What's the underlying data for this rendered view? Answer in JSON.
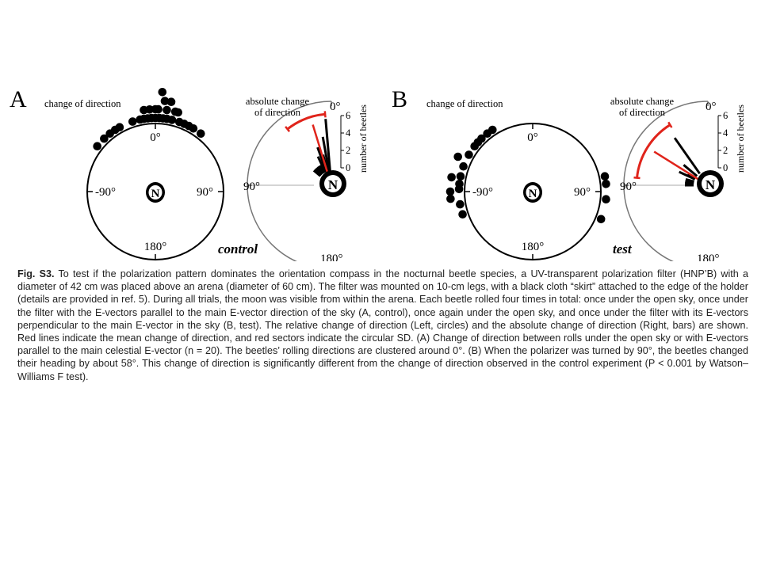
{
  "figure": {
    "panels": [
      {
        "id": "A",
        "panel_letter": "A",
        "circle_label": "change of direction",
        "half_label_line1": "absolute change",
        "half_label_line2": "of direction",
        "tick_0": "0°",
        "tick_pos90": "90°",
        "tick_neg90": "-90°",
        "tick_180": "180°",
        "half_tick_0": "0°",
        "half_tick_90": "90°",
        "half_tick_180": "180°",
        "condition": "control",
        "y_axis_label": "number of beetles",
        "y_ticks": [
          "0",
          "2",
          "4",
          "6"
        ],
        "center_letter": "N"
      },
      {
        "id": "B",
        "panel_letter": "B",
        "circle_label": "change of direction",
        "half_label_line1": "absolute change",
        "half_label_line2": "of direction",
        "tick_0": "0°",
        "tick_pos90": "90°",
        "tick_neg90": "-90°",
        "tick_180": "180°",
        "half_tick_0": "0°",
        "half_tick_90": "90°",
        "half_tick_180": "180°",
        "condition": "test",
        "y_axis_label": "number of beetles",
        "y_ticks": [
          "0",
          "2",
          "4",
          "6"
        ],
        "center_letter": "N"
      }
    ]
  },
  "chart_data": [
    {
      "type": "scatter",
      "panel": "A",
      "title": "change of direction",
      "description_angles_deg": "circular plot, 0° at top",
      "angles_deg": [
        -52,
        -44,
        -38,
        -33,
        -29,
        -18,
        -12,
        -9,
        -6,
        -3,
        0,
        3,
        6,
        9,
        13,
        19,
        23,
        27,
        31,
        38,
        -4,
        2,
        8,
        14,
        -8,
        0,
        6,
        10,
        4,
        16
      ],
      "ring_index": [
        0,
        0,
        0,
        0,
        0,
        0,
        0,
        0,
        0,
        0,
        0,
        0,
        0,
        0,
        0,
        0,
        0,
        0,
        0,
        0,
        1,
        1,
        1,
        1,
        1,
        1,
        2,
        2,
        3,
        1
      ],
      "angle_labels": [
        "0°",
        "90°",
        "180°",
        "-90°"
      ],
      "condition": "control",
      "n": 20
    },
    {
      "type": "bar",
      "panel": "A",
      "title": "absolute change of direction",
      "ylabel": "number of beetles",
      "ylim": [
        0,
        6
      ],
      "angles_deg": [
        5,
        10,
        15,
        20,
        25,
        30,
        35,
        40,
        45,
        50
      ],
      "values": [
        6,
        4,
        2,
        3,
        2,
        1,
        1,
        1,
        1,
        1
      ],
      "mean_deg": 17,
      "sd_sector_deg": [
        5,
        38
      ],
      "angle_labels": [
        "0°",
        "90°",
        "180°"
      ]
    },
    {
      "type": "scatter",
      "panel": "B",
      "title": "change of direction",
      "angles_deg": [
        -33,
        -38,
        -44,
        -48,
        -52,
        -60,
        -70,
        -78,
        -84,
        -88,
        -100,
        -108,
        78,
        84,
        96,
        112,
        -90,
        -80,
        -95,
        -65
      ],
      "ring_index": [
        0,
        0,
        0,
        0,
        0,
        0,
        0,
        0,
        0,
        0,
        0,
        0,
        0,
        0,
        0,
        0,
        1,
        1,
        1,
        1
      ],
      "angle_labels": [
        "0°",
        "90°",
        "180°",
        "-90°"
      ],
      "condition": "test",
      "n": 20
    },
    {
      "type": "bar",
      "panel": "B",
      "title": "absolute change of direction",
      "ylabel": "number of beetles",
      "ylim": [
        0,
        6
      ],
      "angles_deg": [
        35,
        50,
        60,
        65,
        75,
        80,
        85,
        90
      ],
      "values": [
        5,
        2,
        1,
        2,
        1,
        1,
        1,
        1
      ],
      "mean_deg": 58,
      "sd_sector_deg": [
        32,
        84
      ],
      "angle_labels": [
        "0°",
        "90°",
        "180°"
      ]
    }
  ],
  "caption": {
    "label": "Fig. S3.",
    "text": "To test if the polarization pattern dominates the orientation compass in the nocturnal beetle species, a UV-transparent polarization filter (HNP’B) with a diameter of 42 cm was placed above an arena (diameter of 60 cm). The filter was mounted on 10-cm legs, with a black cloth “skirt” attached to the edge of the holder (details are provided in ref. 5). During all trials, the moon was visible from within the arena. Each beetle rolled four times in total: once under the open sky, once under the filter with the E-vectors parallel to the main E-vector direction of the sky (A, control), once again under the open sky, and once under the filter with its E-vectors perpendicular to the main E-vector in the sky (B, test). The relative change of direction (Left, circles) and the absolute change of direction (Right, bars) are shown. Red lines indicate the mean change of direction, and red sectors indicate the circular SD. (A) Change of direction between rolls under the open sky or with E-vectors parallel to the main celestial E-vector (n = 20). The beetles’ rolling directions are clustered around 0°. (B) When the polarizer was turned by 90°, the beetles changed their heading by about 58°. This change of direction is significantly different from the change of direction observed in the control experiment (P < 0.001 by Watson–Williams F test)."
  }
}
